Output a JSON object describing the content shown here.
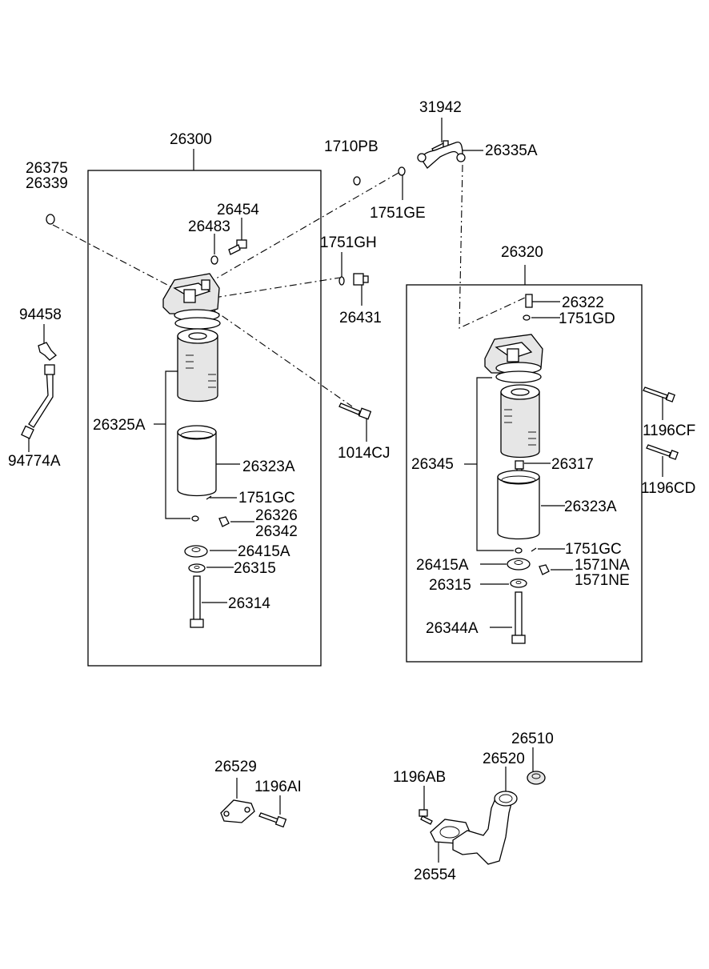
{
  "labels": {
    "l26300": "26300",
    "l26375": "26375",
    "l26339": "26339",
    "l1710PB": "1710PB",
    "l31942": "31942",
    "l26335A": "26335A",
    "l1751GE": "1751GE",
    "l26454": "26454",
    "l26483": "26483",
    "l1751GH": "1751GH",
    "l26431": "26431",
    "l26320": "26320",
    "l26322": "26322",
    "l1751GD": "1751GD",
    "l94458": "94458",
    "l94774A": "94774A",
    "l26325A": "26325A",
    "l1014CJ": "1014CJ",
    "l26323A_left": "26323A",
    "l1751GC_left": "1751GC",
    "l26326": "26326",
    "l26342": "26342",
    "l26415A_left": "26415A",
    "l26315_left": "26315",
    "l26314": "26314",
    "l1196CF": "1196CF",
    "l1196CD": "1196CD",
    "l26345": "26345",
    "l26317": "26317",
    "l26323A_right": "26323A",
    "l1751GC_right": "1751GC",
    "l26415A_right": "26415A",
    "l1571NA": "1571NA",
    "l1571NE": "1571NE",
    "l26315_right": "26315",
    "l26344A": "26344A",
    "l26529": "26529",
    "l1196AI": "1196AI",
    "l1196AB": "1196AB",
    "l26510": "26510",
    "l26520": "26520",
    "l26554": "26554"
  }
}
